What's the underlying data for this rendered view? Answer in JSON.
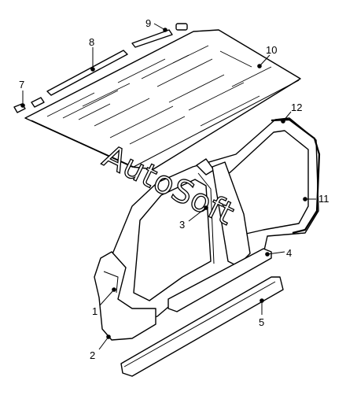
{
  "watermark": "AutoSoft",
  "callouts": [
    {
      "id": "c1",
      "label": "1"
    },
    {
      "id": "c2",
      "label": "2"
    },
    {
      "id": "c3",
      "label": "3"
    },
    {
      "id": "c4",
      "label": "4"
    },
    {
      "id": "c5",
      "label": "5"
    },
    {
      "id": "c7",
      "label": "7"
    },
    {
      "id": "c8",
      "label": "8"
    },
    {
      "id": "c9",
      "label": "9"
    },
    {
      "id": "c10",
      "label": "10"
    },
    {
      "id": "c11",
      "label": "11"
    },
    {
      "id": "c12",
      "label": "12"
    }
  ],
  "colors": {
    "line": "#000000",
    "background": "#ffffff"
  }
}
